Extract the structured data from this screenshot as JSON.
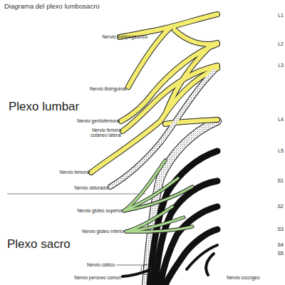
{
  "diagram": {
    "title": "Diagrama del plexo lumbosacro",
    "labels": [
      "L1",
      "Nervio iliohipogástrico",
      "L2",
      "Nervio ilioinguinal",
      "L3",
      "Plexo lumbar",
      "Nervio genitofemoral",
      "L4",
      "Nervio femoro cutáneo lateral",
      "Nervio femoral",
      "L5",
      "Nervio obturador",
      "S1",
      "Nervio glúteo superior",
      "S2",
      "Nervio glúteo inferior",
      "Plexo sacro",
      "S3",
      "S4",
      "S5",
      "Nervio ciático",
      "Nervio coccígeo",
      "Nervio peroneo común"
    ]
  }
}
